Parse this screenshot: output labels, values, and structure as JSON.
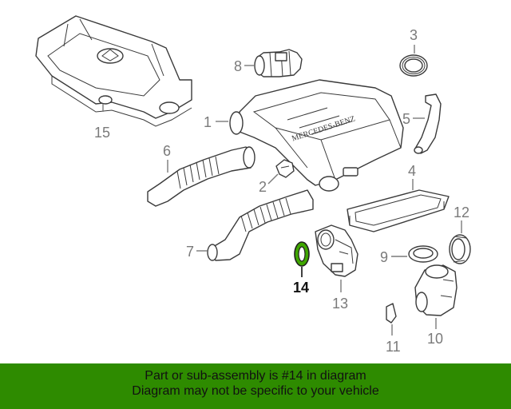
{
  "diagram": {
    "callouts": [
      {
        "id": "c1",
        "label": "1"
      },
      {
        "id": "c2",
        "label": "2"
      },
      {
        "id": "c3",
        "label": "3"
      },
      {
        "id": "c4",
        "label": "4"
      },
      {
        "id": "c5",
        "label": "5"
      },
      {
        "id": "c6",
        "label": "6"
      },
      {
        "id": "c7",
        "label": "7"
      },
      {
        "id": "c8",
        "label": "8"
      },
      {
        "id": "c9",
        "label": "9"
      },
      {
        "id": "c10",
        "label": "10"
      },
      {
        "id": "c11",
        "label": "11"
      },
      {
        "id": "c12",
        "label": "12"
      },
      {
        "id": "c13",
        "label": "13"
      },
      {
        "id": "c14",
        "label": "14"
      },
      {
        "id": "c15",
        "label": "15"
      }
    ],
    "highlighted_part": "14",
    "housing_lettering": "MERCEDES-BENZ"
  },
  "banner": {
    "line1": "Part or sub-assembly is #14 in diagram",
    "line2": "Diagram may not be specific to your vehicle"
  },
  "colors": {
    "banner_background": "#2e8b00",
    "highlight_fill": "#3fa600",
    "label_gray": "#7a7a7a",
    "line_dark": "#3a3a3a"
  }
}
